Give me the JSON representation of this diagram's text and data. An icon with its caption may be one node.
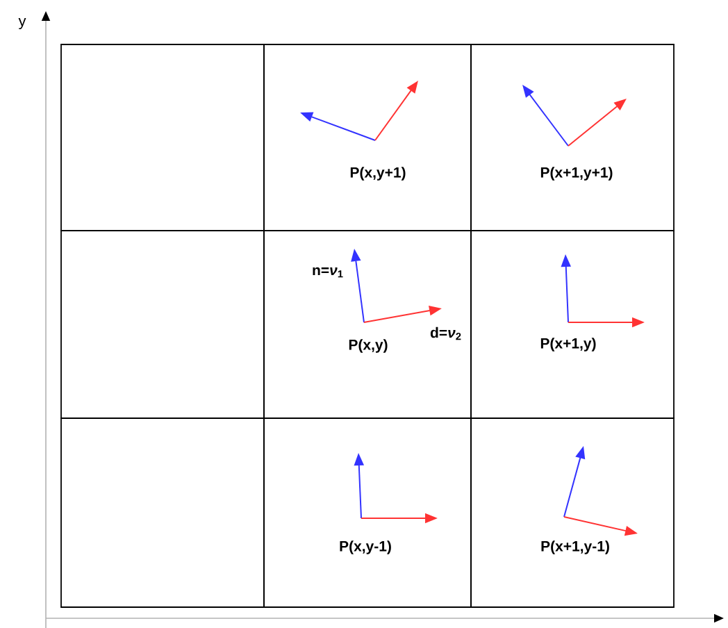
{
  "diagram": {
    "nodes": [
      {
        "text": [],
        "shape": "box"
      },
      {
        "text": [
          "P(x,y+1)"
        ]
      },
      {
        "text": [
          "P(x+1,y+1)"
        ]
      },
      {
        "text": [],
        "shape": "box"
      },
      {
        "text": [
          "n=*ν*$_{1}$",
          "d=*ν*$_{2}$",
          "P(x,y)"
        ]
      },
      {
        "text": [
          "P(x+1,y)"
        ]
      },
      {
        "text": [],
        "shape": "box"
      },
      {
        "text": [
          "P(x,y-1)"
        ]
      },
      {
        "text": [
          "P(x+1,y-1)"
        ]
      }
    ],
    "edges": [],
    "labels": [
      "y"
    ]
  }
}
